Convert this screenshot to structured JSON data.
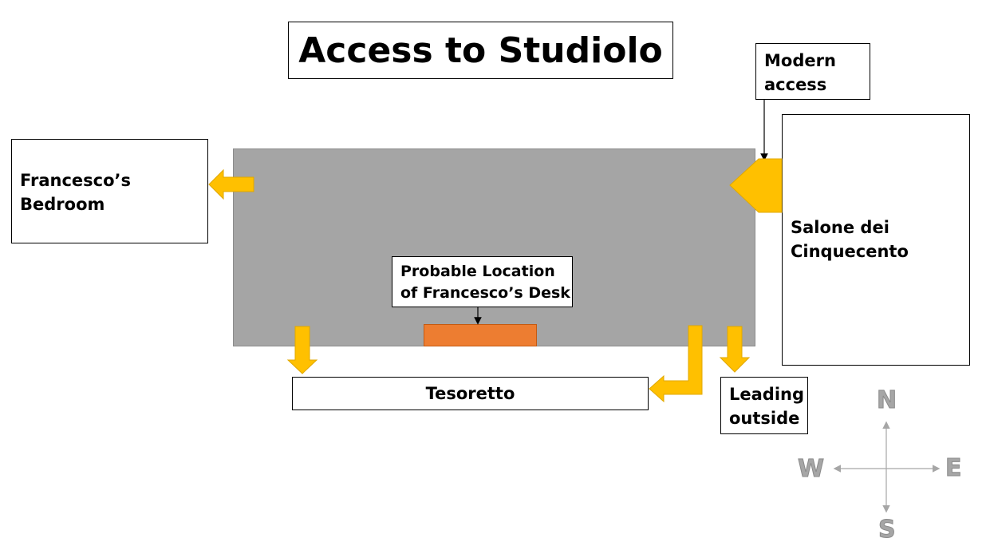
{
  "title": "Access to Studiolo",
  "rooms": {
    "bedroom": "Francesco’s\nBedroom",
    "salone": "Salone dei\nCinquecento",
    "tesoretto": "Tesoretto",
    "outside": "Leading\noutside"
  },
  "labels": {
    "modern_access": "Modern\naccess",
    "desk_location": "Probable Location\nof Francesco’s Desk"
  },
  "compass": {
    "north": "N",
    "south": "S",
    "east": "E",
    "west": "W"
  },
  "colors": {
    "studiolo": "#a5a5a5",
    "arrow": "#ffc000",
    "desk": "#ed7d31",
    "compass": "#a6a6a6"
  }
}
